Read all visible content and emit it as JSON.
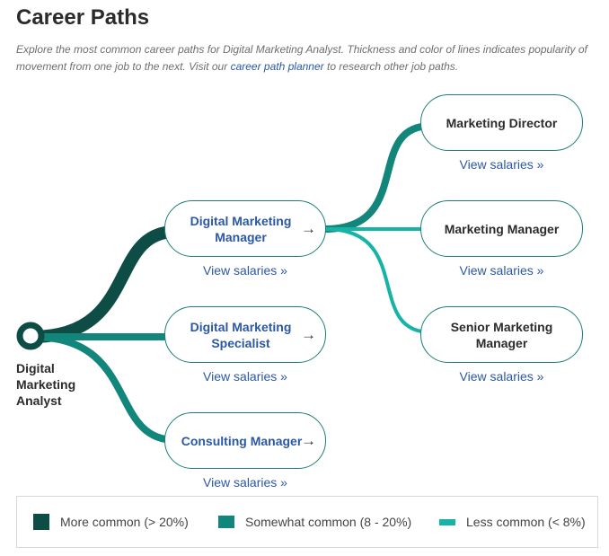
{
  "header": {
    "title": "Career Paths",
    "desc_before": "Explore the most common career paths for Digital Marketing Analyst. Thickness and color of lines indicates popularity of movement from one job to the next. Visit our ",
    "desc_link": "career path planner",
    "desc_after": " to research other job paths."
  },
  "origin": {
    "label": "Digital Marketing Analyst"
  },
  "level1": [
    {
      "label": "Digital Marketing Manager",
      "salary": "View salaries »",
      "popularity": "more"
    },
    {
      "label": "Digital Marketing Specialist",
      "salary": "View salaries »",
      "popularity": "somewhat"
    },
    {
      "label": "Consulting Manager",
      "salary": "View salaries »",
      "popularity": "somewhat"
    }
  ],
  "level2": [
    {
      "label": "Marketing Director",
      "salary": "View salaries »",
      "popularity": "somewhat"
    },
    {
      "label": "Marketing Manager",
      "salary": "View salaries »",
      "popularity": "less"
    },
    {
      "label": "Senior Marketing Manager",
      "salary": "View salaries »",
      "popularity": "less"
    }
  ],
  "arrow_glyph": "→",
  "legend": {
    "more": "More common (> 20%)",
    "somewhat": "Somewhat common (8 - 20%)",
    "less": "Less common (< 8%)"
  },
  "colors": {
    "more": "#0e4d45",
    "somewhat": "#13867c",
    "less": "#17b3a6",
    "link": "#2b58a6"
  }
}
